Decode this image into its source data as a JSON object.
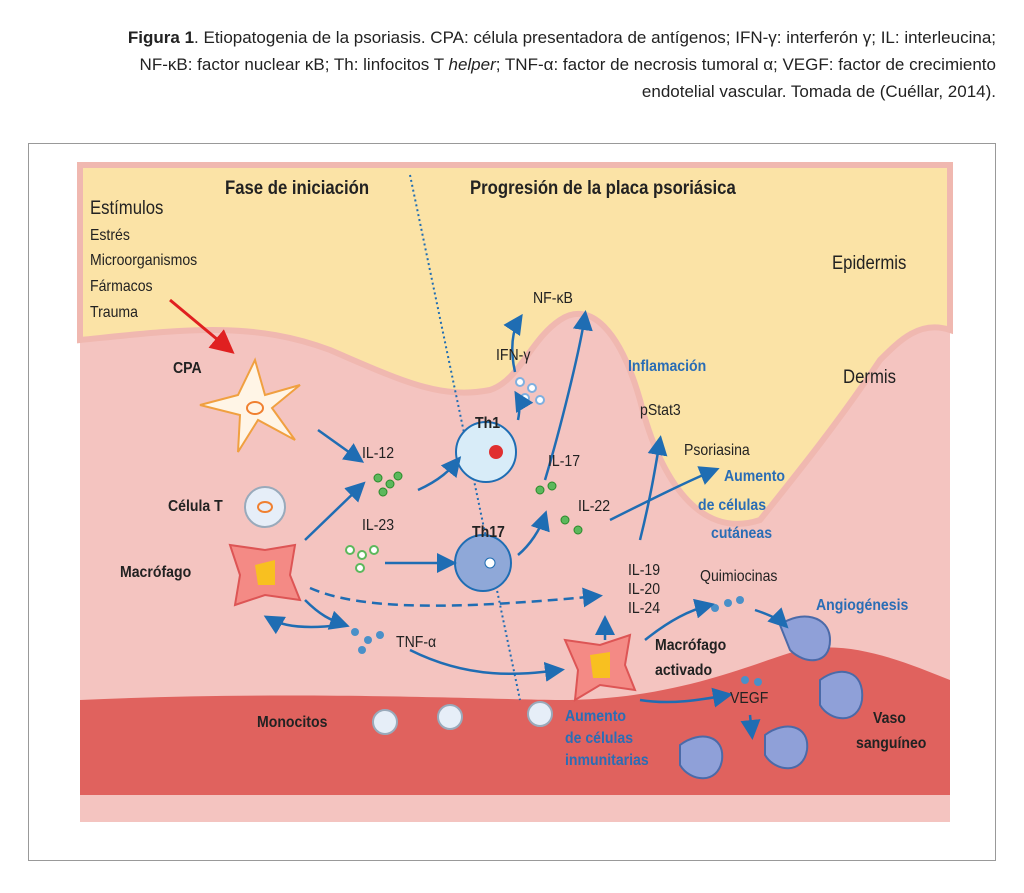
{
  "caption": {
    "figure_label": "Figura 1",
    "text": ". Etiopatogenia de la psoriasis. CPA: célula presentadora de antígenos; IFN-γ: interferón γ; IL: interleucina; NF-κB: factor nuclear κB; Th: linfocitos T ",
    "italic": "helper",
    "text_end": "; TNF-α: factor de necrosis tumoral α; VEGF: factor de crecimiento endotelial vascular. Tomada de (Cuéllar, 2014)."
  },
  "diagram": {
    "phase_initiation": "Fase de iniciación",
    "phase_progression": "Progresión de la placa psoriásica",
    "stimuli_title": "Estímulos",
    "stimuli": [
      "Estrés",
      "Microorganismos",
      "Fármacos",
      "Trauma"
    ],
    "epidermis": "Epidermis",
    "dermis": "Dermis",
    "nfkb": "NF-κB",
    "ifng": "IFN-γ",
    "inflammation": "Inflamación",
    "cpa": "CPA",
    "pstat3": "pStat3",
    "th1": "Th1",
    "il12": "IL-12",
    "psoriasin": "Psoriasina",
    "il17": "IL-17",
    "skin_cells": [
      "Aumento",
      "de células",
      "cutáneas"
    ],
    "t_cell": "Célula T",
    "il22": "IL-22",
    "il23": "IL-23",
    "th17": "Th17",
    "macrophage": "Macrófago",
    "il_group": [
      "IL-19",
      "IL-20",
      "IL-24"
    ],
    "chemokines": "Quimiocinas",
    "angiogenesis": "Angiogénesis",
    "tnfa": "TNF-α",
    "activated_macrophage": [
      "Macrófago",
      "activado"
    ],
    "vegf": "VEGF",
    "monocytes": "Monocitos",
    "immune_cells": [
      "Aumento",
      "de células",
      "inmunitarias"
    ],
    "vessel": [
      "Vaso",
      "sanguíneo"
    ]
  },
  "colors": {
    "dermis": "#f4c4c0",
    "epidermis": "#fbe3a6",
    "vessel": "#e0625e",
    "arrow": "#1f6db3",
    "label_blue": "#2a6db5"
  }
}
